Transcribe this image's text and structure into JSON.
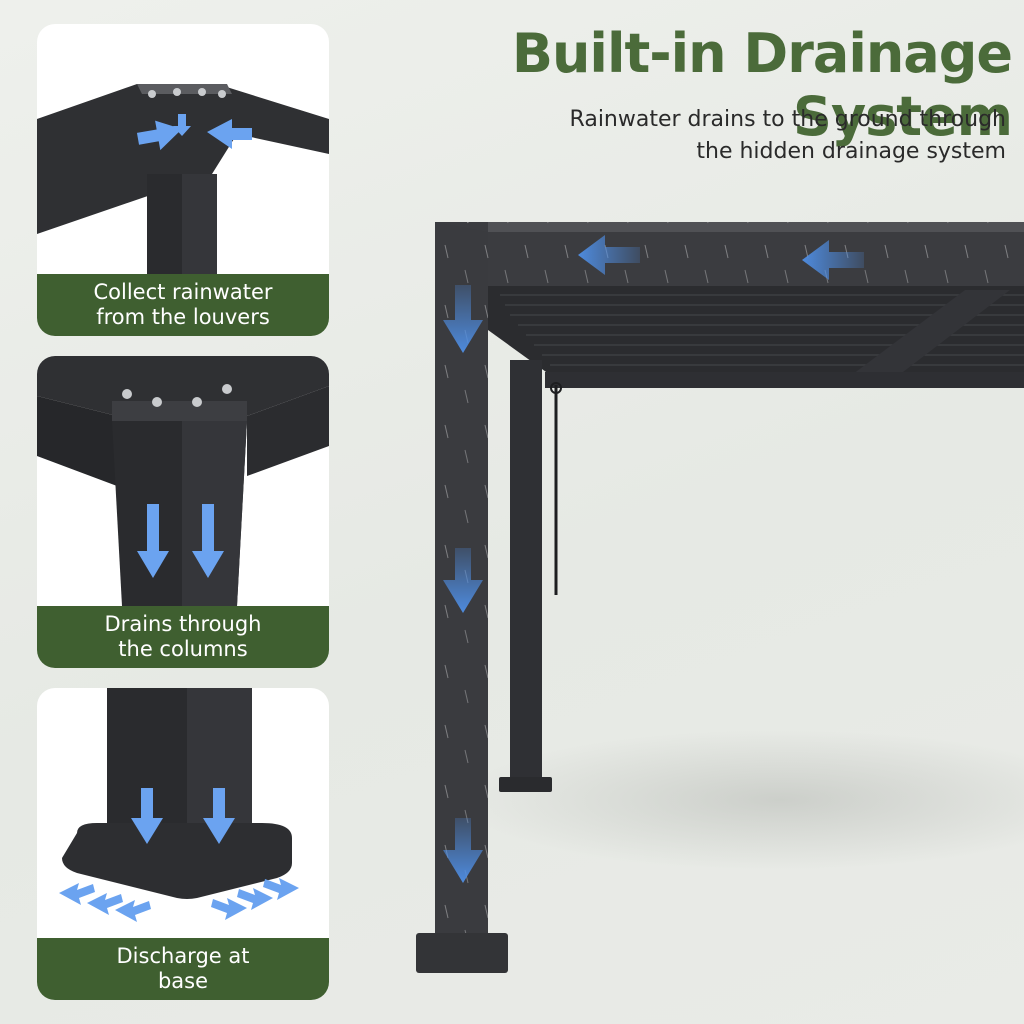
{
  "header": {
    "title": "Built-in Drainage System",
    "subtitle_line1": "Rainwater drains to the ground through",
    "subtitle_line2": "the hidden drainage system"
  },
  "cards": [
    {
      "caption_line1": "Collect rainwater",
      "caption_line2": "from the louvers"
    },
    {
      "caption_line1": "Drains through",
      "caption_line2": "the columns"
    },
    {
      "caption_line1": "Discharge at",
      "caption_line2": "base"
    }
  ],
  "colors": {
    "brand_green": "#4b6b3a",
    "caption_bg": "#3f5f30",
    "frame": "#3a3b3e",
    "frame_dark": "#262729",
    "arrow_blue": "#4f8fe6"
  },
  "icons": [
    "water-flow-arrow-icon"
  ]
}
